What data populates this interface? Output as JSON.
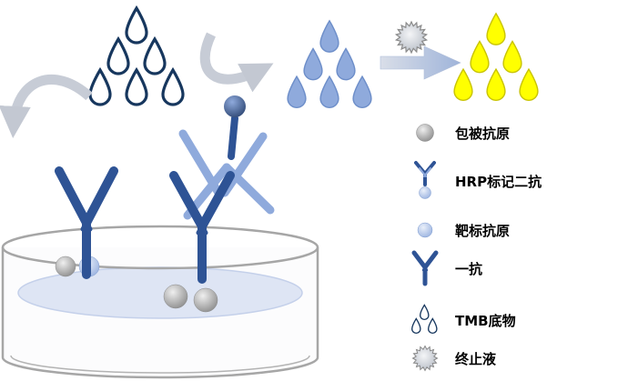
{
  "diagram": {
    "legend": [
      {
        "id": "coating-antigen",
        "label": "包被抗原"
      },
      {
        "id": "hrp-secondary-antibody",
        "label": "HRP标记二抗"
      },
      {
        "id": "target-antigen",
        "label": "靶标抗原"
      },
      {
        "id": "primary-antibody",
        "label": "一抗"
      },
      {
        "id": "tmb-substrate",
        "label": "TMB底物"
      },
      {
        "id": "stop-solution",
        "label": "终止液"
      }
    ],
    "droplet_clusters": [
      {
        "id": "drops-dark",
        "icon": "tmb-substrate-droplets-outline",
        "count": 6
      },
      {
        "id": "drops-blue",
        "icon": "substrate-droplets-blue",
        "count": 6
      },
      {
        "id": "drops-yellow",
        "icon": "product-droplets-yellow",
        "count": 6
      }
    ],
    "colors": {
      "dark_blue": "#17375E",
      "medium_blue": "#2E5395",
      "light_blue": "#8FAADC",
      "pale_blue": "#DEE5F4",
      "yellow": "#FFFF00",
      "gray": "#8C8C8C",
      "arrow_gray": "#C7CCD6"
    }
  }
}
